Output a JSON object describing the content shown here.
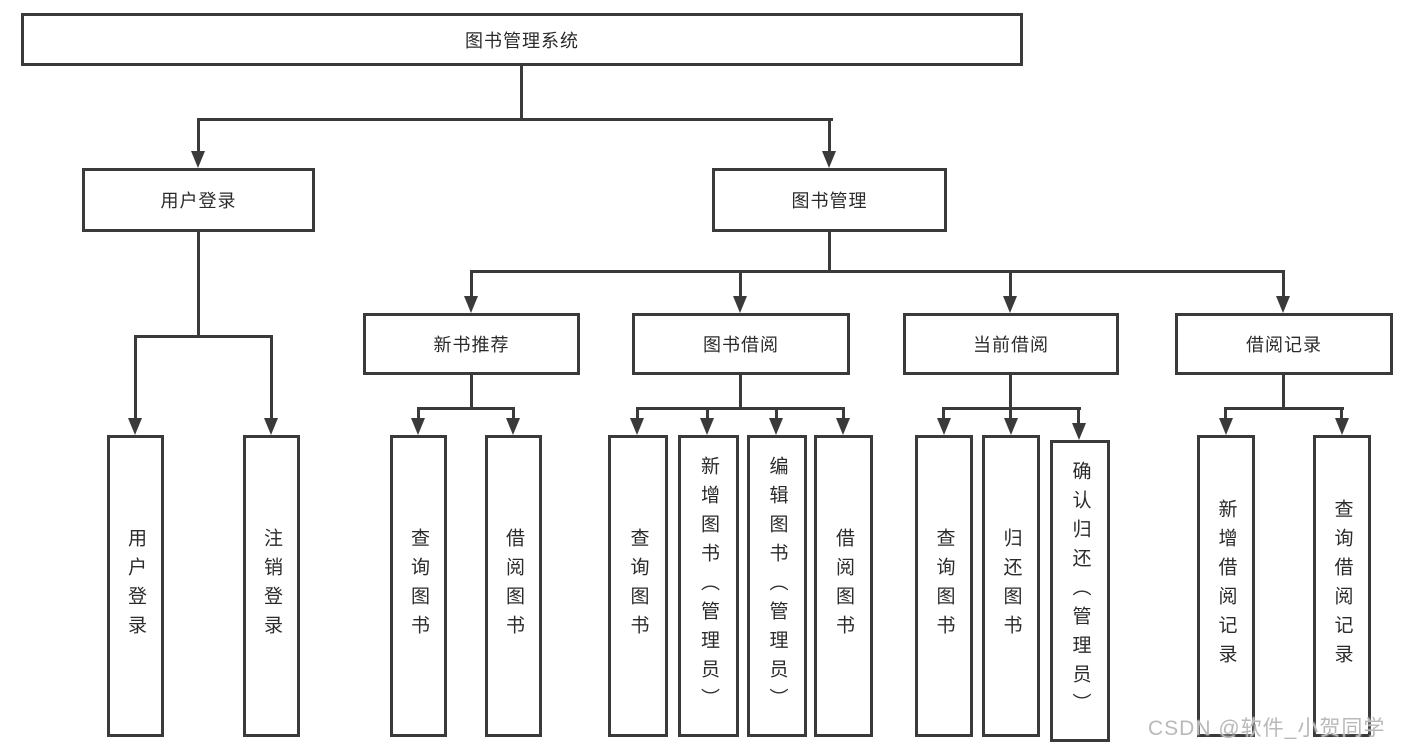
{
  "diagram_title": "图书管理系统",
  "tree": {
    "root": {
      "label": "图书管理系统",
      "children": [
        {
          "label": "用户登录",
          "leaves": [
            "用户登录",
            "注销登录"
          ]
        },
        {
          "label": "图书管理",
          "children": [
            {
              "label": "新书推荐",
              "leaves": [
                "查询图书",
                "借阅图书"
              ]
            },
            {
              "label": "图书借阅",
              "leaves": [
                "查询图书",
                "新增图书（管理员）",
                "编辑图书（管理员）",
                "借阅图书"
              ]
            },
            {
              "label": "当前借阅",
              "leaves": [
                "查询图书",
                "归还图书",
                "确认归还（管理员）"
              ]
            },
            {
              "label": "借阅记录",
              "leaves": [
                "新增借阅记录",
                "查询借阅记录"
              ]
            }
          ]
        }
      ]
    }
  },
  "watermark": "CSDN @软件_小贺同学",
  "colors": {
    "line": "#3a3a3a",
    "text": "#2b2b2b",
    "watermark": "#b9b9b9"
  }
}
